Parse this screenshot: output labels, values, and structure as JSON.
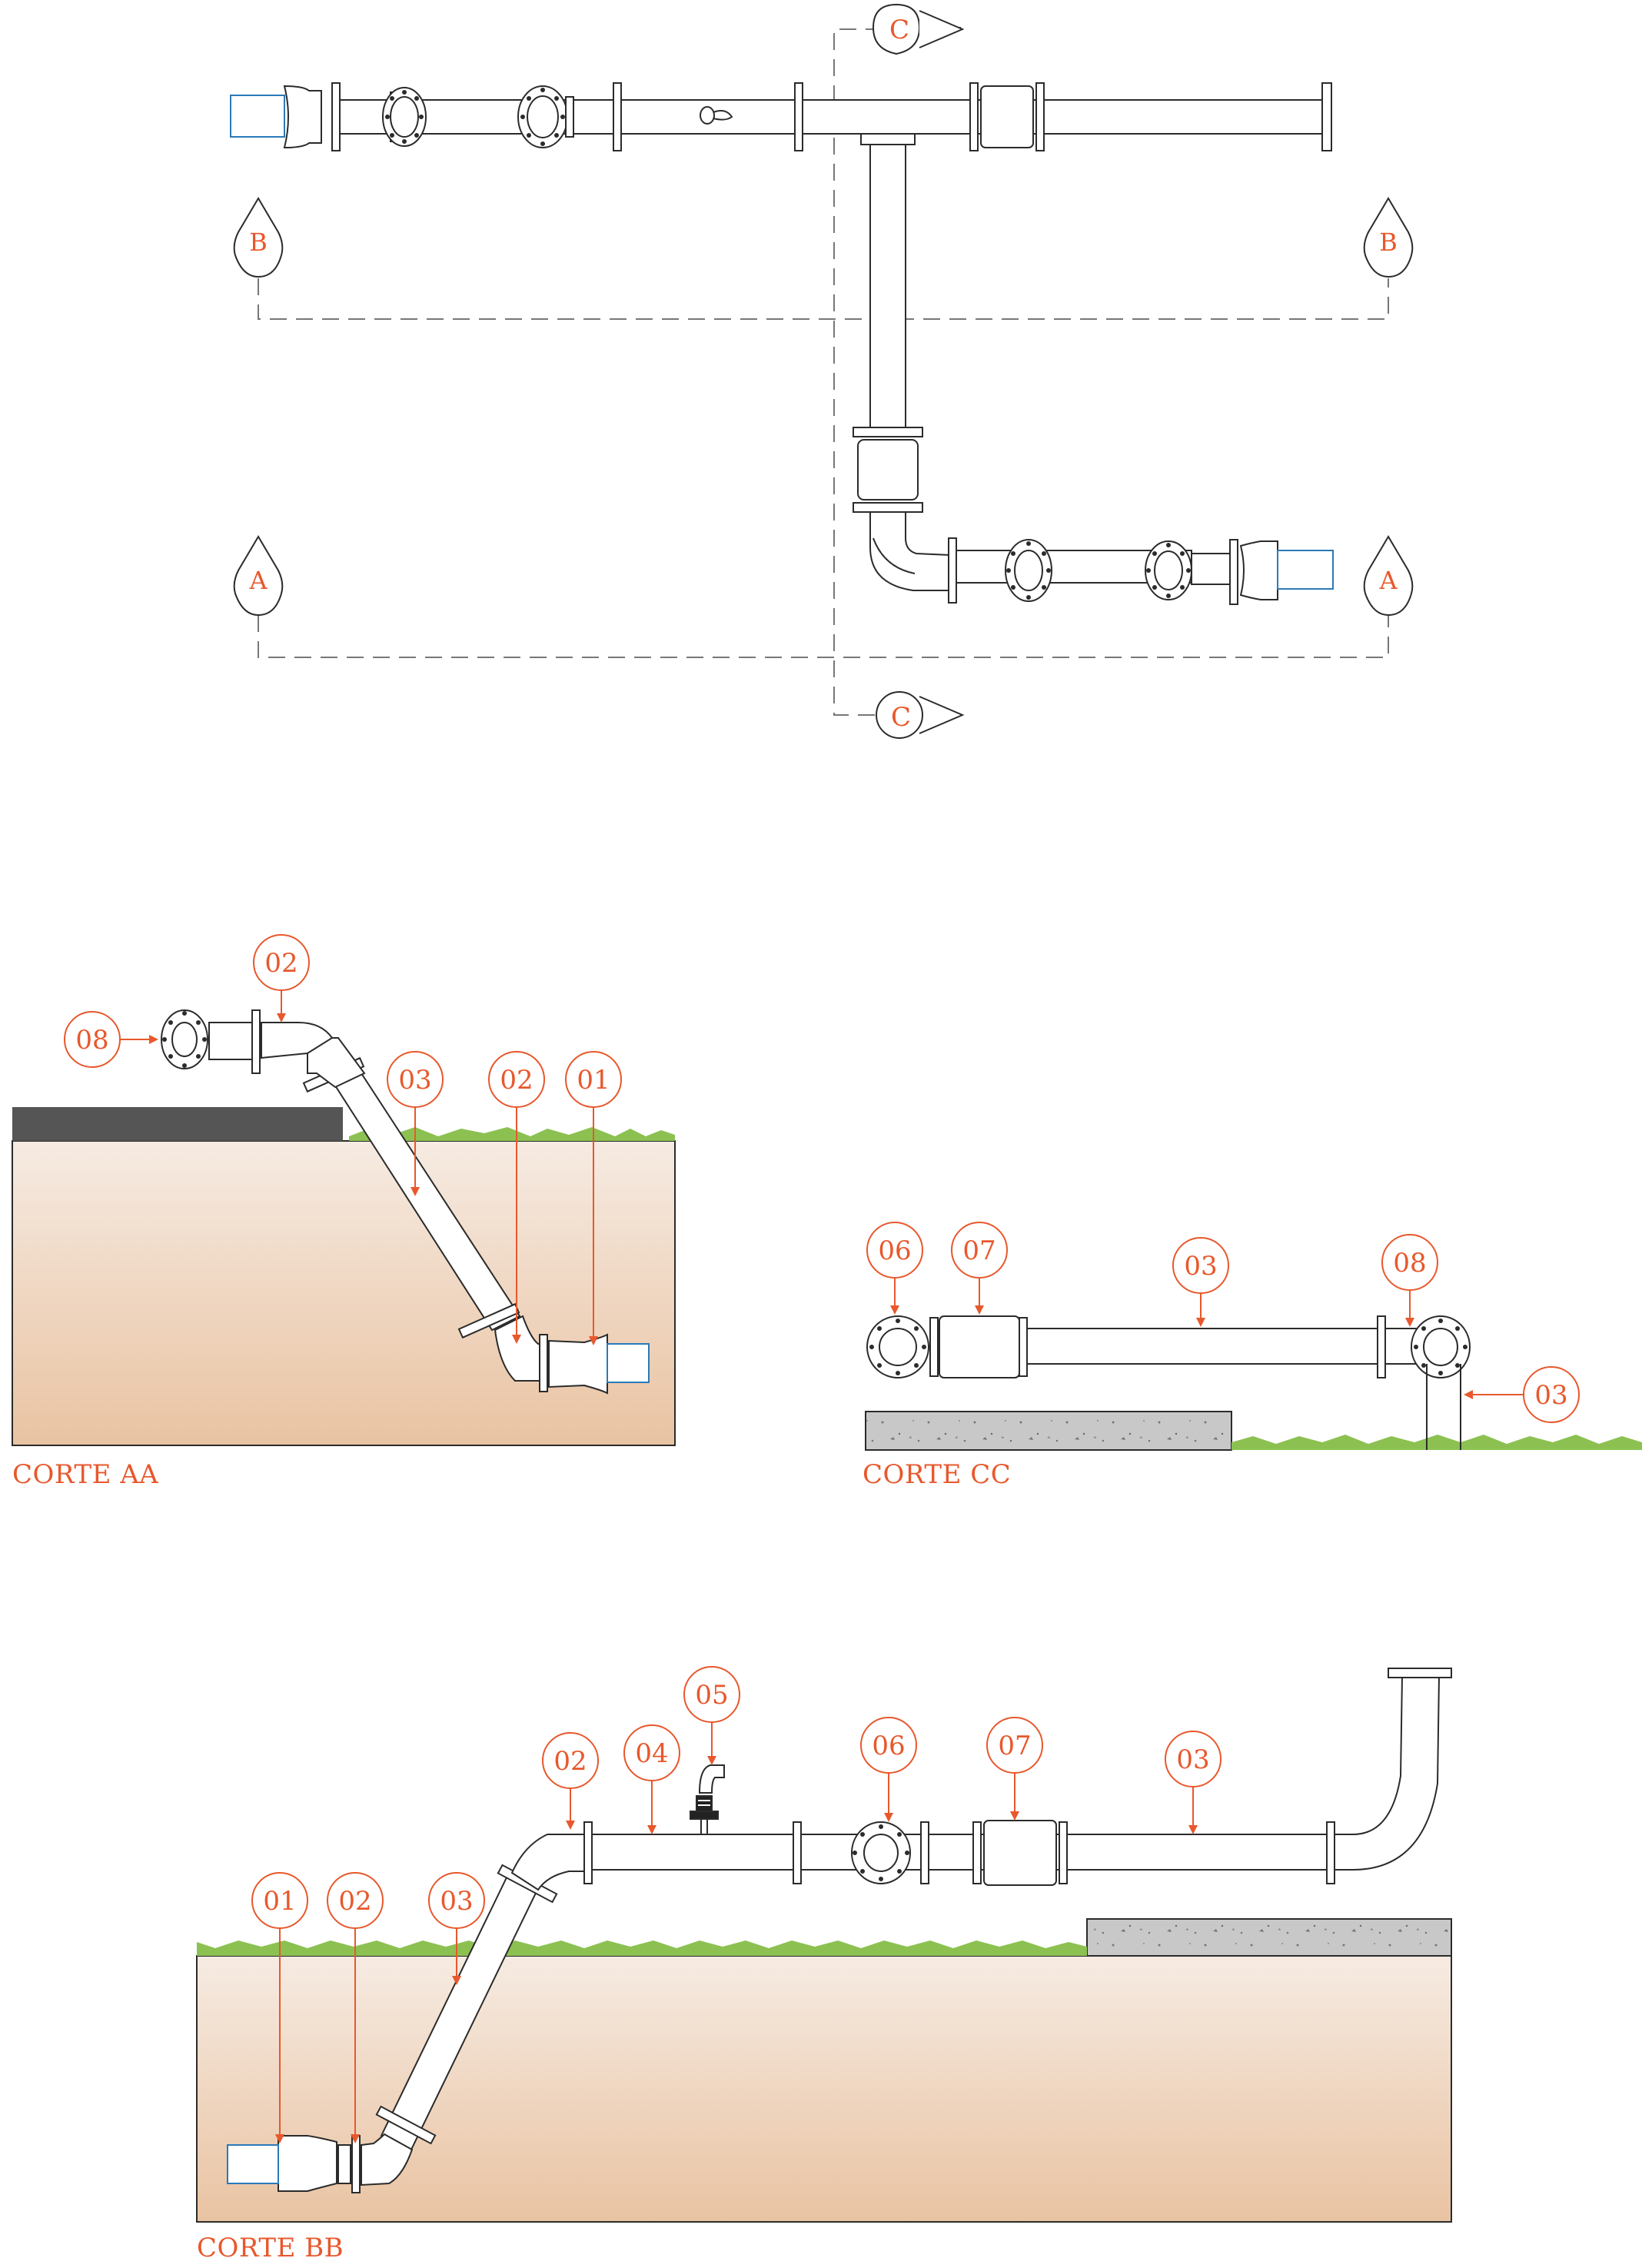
{
  "section_markers": {
    "a": "A",
    "b": "B",
    "c": "C"
  },
  "captions": {
    "corte_aa": "CORTE AA",
    "corte_bb": "CORTE BB",
    "corte_cc": "CORTE CC"
  },
  "callouts": {
    "c01": "01",
    "c02": "02",
    "c03": "03",
    "c04": "04",
    "c05": "05",
    "c06": "06",
    "c07": "07",
    "c08": "08"
  },
  "colors": {
    "accent": "#e8582c",
    "line": "#2b2b2b",
    "pipe_end": "#2a7ab8",
    "grass": "#8cc152",
    "soil_top": "#f6e7dc",
    "soil_bottom": "#e8c3a4",
    "asphalt": "#555555",
    "concrete": "#c9c9c9"
  }
}
